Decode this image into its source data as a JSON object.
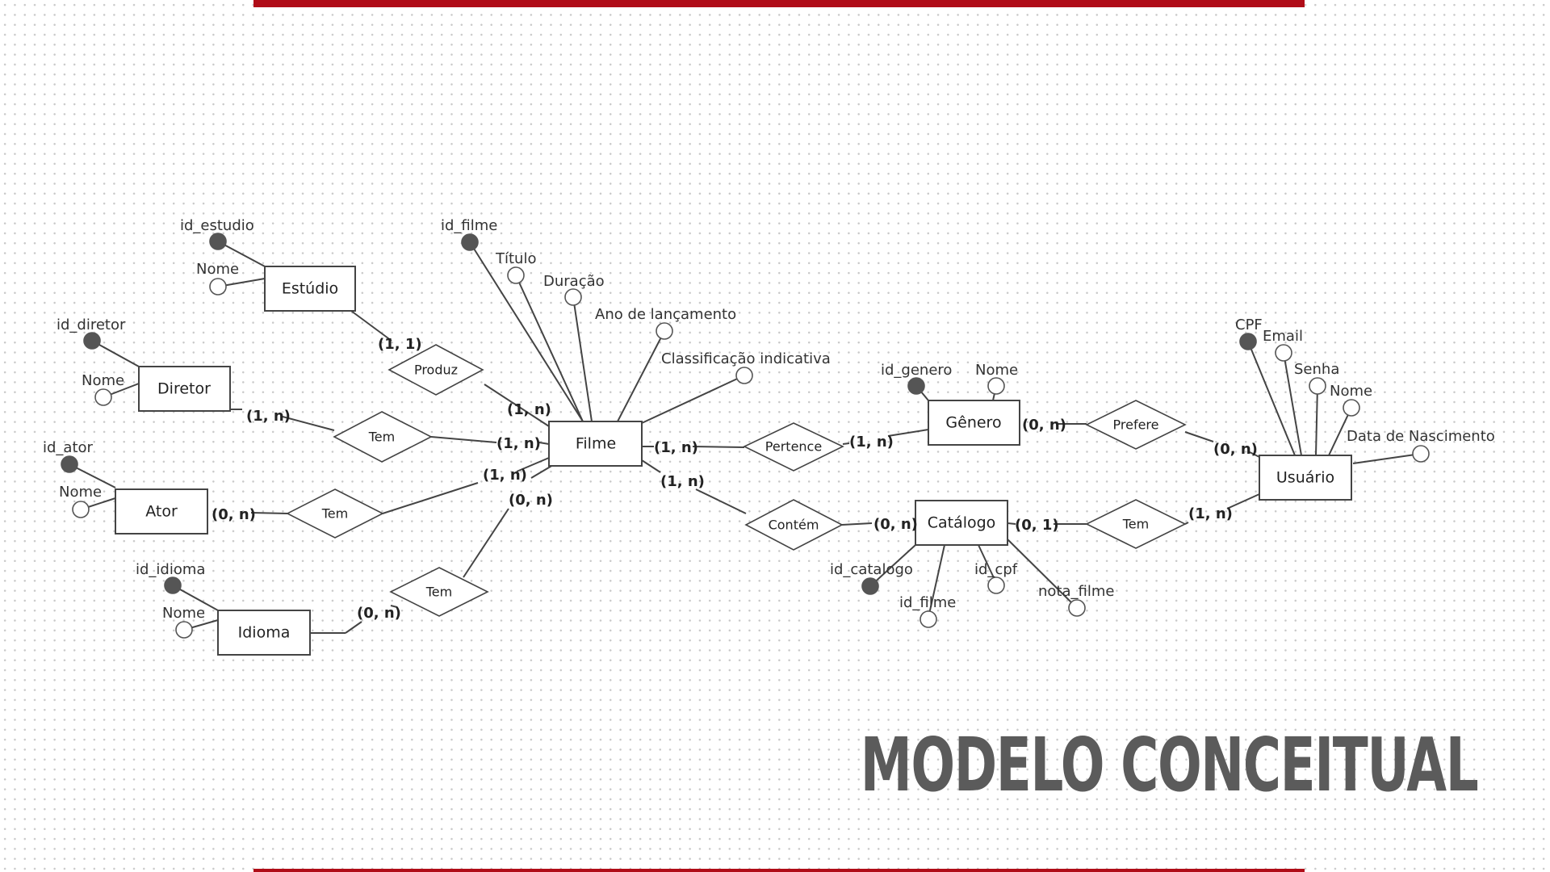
{
  "title": "MODELO CONCEITUAL",
  "colors": {
    "accent": "#b00d18",
    "title": "#5b5b5b",
    "line": "#444444",
    "key_dot": "#555555"
  },
  "entities": {
    "estudio": "Estúdio",
    "diretor": "Diretor",
    "ator": "Ator",
    "idioma": "Idioma",
    "filme": "Filme",
    "genero": "Gênero",
    "catalogo": "Catálogo",
    "usuario": "Usuário"
  },
  "relationships": {
    "produz": "Produz",
    "tem_diretor": "Tem",
    "tem_ator": "Tem",
    "tem_idioma": "Tem",
    "pertence": "Pertence",
    "prefere": "Prefere",
    "contem": "Contém",
    "tem_usuario": "Tem"
  },
  "attributes": {
    "estudio": {
      "id": "id_estudio",
      "nome": "Nome"
    },
    "diretor": {
      "id": "id_diretor",
      "nome": "Nome"
    },
    "ator": {
      "id": "id_ator",
      "nome": "Nome"
    },
    "idioma": {
      "id": "id_idioma",
      "nome": "Nome"
    },
    "filme": {
      "id": "id_filme",
      "titulo": "Título",
      "duracao": "Duração",
      "ano": "Ano de lançamento",
      "classificacao": "Classificação indicativa"
    },
    "genero": {
      "id": "id_genero",
      "nome": "Nome"
    },
    "catalogo": {
      "id": "id_catalogo",
      "id_filme": "id_filme",
      "id_cpf": "id_cpf",
      "nota": "nota_filme"
    },
    "usuario": {
      "cpf": "CPF",
      "email": "Email",
      "senha": "Senha",
      "nome": "Nome",
      "nascimento": "Data de Nascimento"
    }
  },
  "cardinalities": {
    "estudio_produz": "(1, 1)",
    "produz_filme": "(1, n)",
    "diretor_tem": "(1, n)",
    "tem_filme_diretor": "(1, n)",
    "ator_tem": "(0, n)",
    "tem_filme_ator": "(1, n)",
    "idioma_tem": "(0, n)",
    "tem_filme_idioma": "(0, n)",
    "filme_pertence": "(1, n)",
    "pertence_genero": "(1, n)",
    "genero_prefere": "(0, n)",
    "prefere_usuario": "(0, n)",
    "filme_contem": "(1, n)",
    "contem_catalogo": "(0, n)",
    "catalogo_tem": "(0, 1)",
    "tem_usuario": "(1, n)"
  }
}
